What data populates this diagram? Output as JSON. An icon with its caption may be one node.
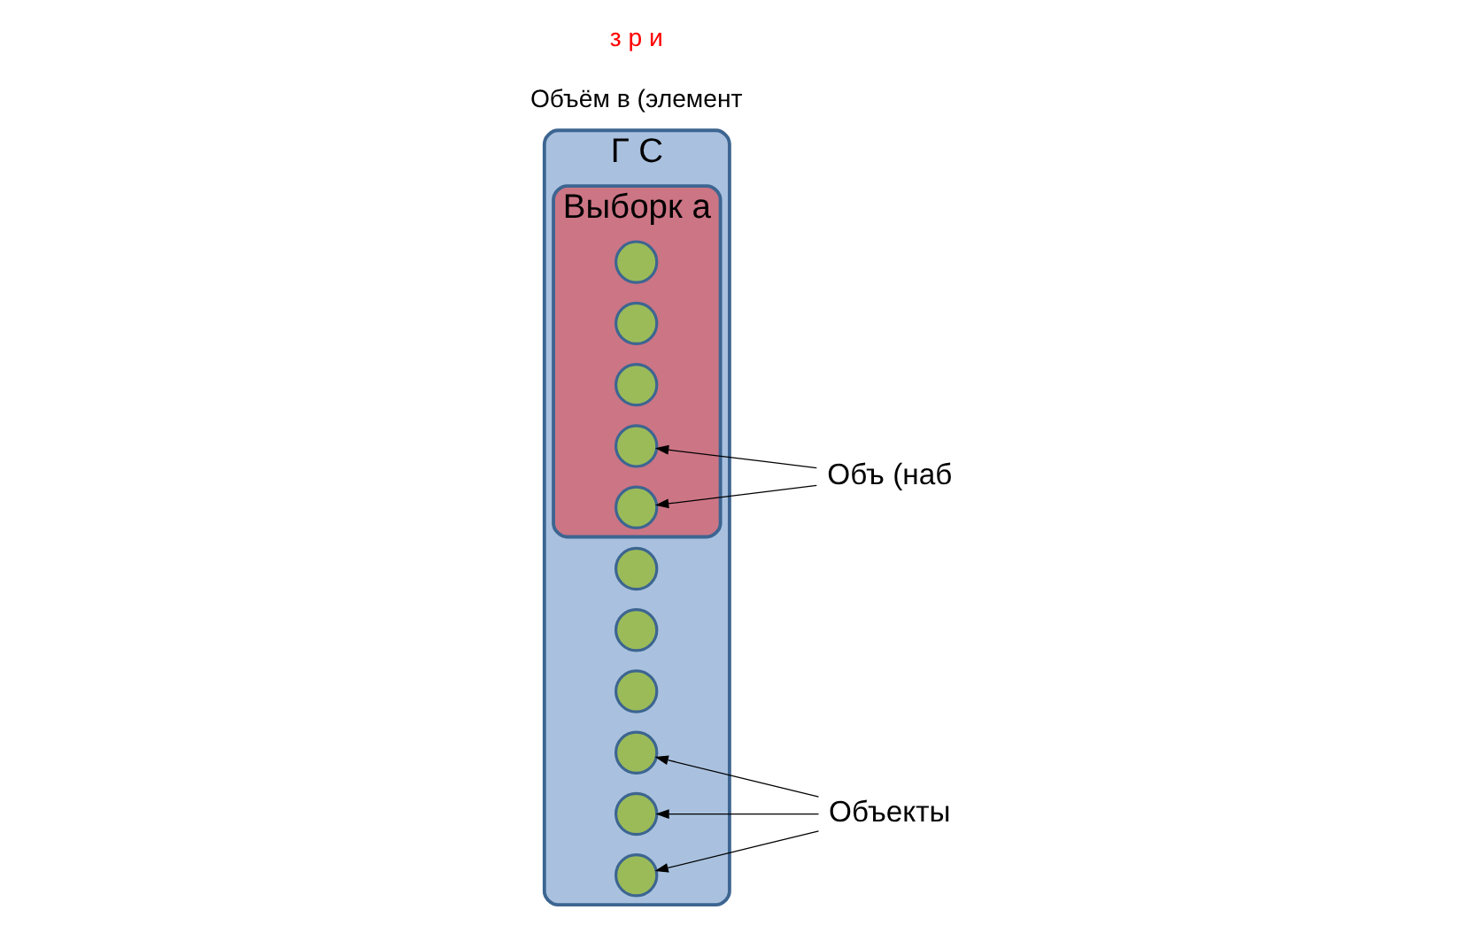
{
  "diagram": {
    "nodes": [
      {
        "text": [
          "Г С"
        ]
      },
      {
        "text": [
          "Выборк а"
        ],
        "in": 0
      },
      {
        "text": [],
        "shape": "circle",
        "in": 1
      },
      {
        "text": [],
        "shape": "circle",
        "in": 1
      },
      {
        "text": [],
        "shape": "circle",
        "in": 1
      },
      {
        "text": [],
        "shape": "circle",
        "in": 1
      },
      {
        "text": [],
        "shape": "circle",
        "in": 1
      },
      {
        "text": [],
        "shape": "circle",
        "in": 0
      },
      {
        "text": [],
        "shape": "circle",
        "in": 0
      },
      {
        "text": [],
        "shape": "circle",
        "in": 0
      },
      {
        "text": [],
        "shape": "circle",
        "in": 0
      },
      {
        "text": [],
        "shape": "circle",
        "in": 0
      },
      {
        "text": [],
        "shape": "circle",
        "in": 0
      },
      {
        "text": [
          "Объ (наб"
        ]
      },
      {
        "text": [
          "Объекты"
        ]
      }
    ],
    "edges": [
      {
        "from": 13,
        "to": 6,
        "arrow": "to"
      },
      {
        "from": 13,
        "to": 5,
        "arrow": "to"
      },
      {
        "from": 14,
        "to": 12,
        "arrow": "to"
      },
      {
        "from": 14,
        "to": 11,
        "arrow": "to"
      },
      {
        "from": 14,
        "to": 10,
        "arrow": "to"
      }
    ],
    "labels": [
      "Объём в (элемент",
      "з р и"
    ]
  }
}
